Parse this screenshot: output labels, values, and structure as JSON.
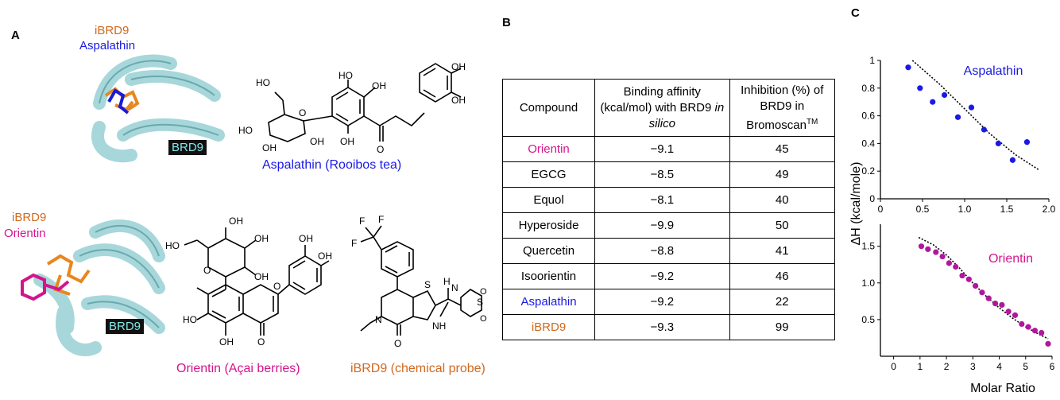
{
  "panels": {
    "a": "A",
    "b": "B",
    "c": "C"
  },
  "panel_a": {
    "top": {
      "probe_label": "iBRD9",
      "ligand_label": "Aspalathin",
      "protein_label": "BRD9",
      "caption": "Aspalathin (Rooibos tea)",
      "atoms": [
        "OH",
        "OH",
        "HO",
        "OH",
        "HO",
        "O",
        "OH",
        "HO",
        "OH",
        "OH",
        "O"
      ]
    },
    "bottom": {
      "probe_label": "iBRD9",
      "ligand_label": "Orientin",
      "protein_label": "BRD9",
      "caption_orientin": "Orientin (Açai berries)",
      "caption_ibrd9": "iBRD9 (chemical probe)",
      "atoms_orientin": [
        "OH",
        "HO",
        "OH",
        "OH",
        "OH",
        "OH",
        "O",
        "HO",
        "O",
        "OH",
        "O"
      ],
      "atoms_ibrd9": [
        "F",
        "F",
        "F",
        "S",
        "H",
        "N",
        "S",
        "O",
        "O",
        "N",
        "O",
        "NH"
      ]
    }
  },
  "table": {
    "headers": [
      "Compound",
      "Binding affinity (kcal/mol) with BRD9 in silico",
      "Inhibition (%) of BRD9 in Bromoscan™"
    ],
    "rows": [
      {
        "compound": "Orientin",
        "affinity": "−9.1",
        "inhibition": "45",
        "color": "#d4148c"
      },
      {
        "compound": "EGCG",
        "affinity": "−8.5",
        "inhibition": "49",
        "color": "#000000"
      },
      {
        "compound": "Equol",
        "affinity": "−8.1",
        "inhibition": "40",
        "color": "#000000"
      },
      {
        "compound": "Hyperoside",
        "affinity": "−9.9",
        "inhibition": "50",
        "color": "#000000"
      },
      {
        "compound": "Quercetin",
        "affinity": "−8.8",
        "inhibition": "41",
        "color": "#000000"
      },
      {
        "compound": "Isoorientin",
        "affinity": "−9.2",
        "inhibition": "46",
        "color": "#000000"
      },
      {
        "compound": "Aspalathin",
        "affinity": "−9.2",
        "inhibition": "22",
        "color": "#1a1ae6"
      },
      {
        "compound": "iBRD9",
        "affinity": "−9.3",
        "inhibition": "99",
        "color": "#d2691e"
      }
    ]
  },
  "chart_data": [
    {
      "type": "scatter",
      "title": "Aspalathin",
      "xlabel": "",
      "ylabel": "ΔH (kcal/mole)",
      "xlim": [
        0,
        2.0
      ],
      "ylim": [
        0,
        1
      ],
      "xticks": [
        "0",
        "0.5",
        "1.0",
        "1.5",
        "2.0"
      ],
      "yticks": [
        "0",
        "0.2",
        "0.4",
        "0.6",
        "0.8",
        "1"
      ],
      "color": "#1a1ae6",
      "points": [
        [
          0.33,
          0.95
        ],
        [
          0.47,
          0.8
        ],
        [
          0.62,
          0.7
        ],
        [
          0.76,
          0.75
        ],
        [
          0.92,
          0.59
        ],
        [
          1.08,
          0.66
        ],
        [
          1.23,
          0.5
        ],
        [
          1.4,
          0.4
        ],
        [
          1.57,
          0.28
        ],
        [
          1.74,
          0.41
        ]
      ],
      "fit": [
        [
          0.38,
          1.0
        ],
        [
          0.7,
          0.83
        ],
        [
          1.0,
          0.65
        ],
        [
          1.3,
          0.47
        ],
        [
          1.6,
          0.32
        ],
        [
          1.88,
          0.21
        ]
      ]
    },
    {
      "type": "scatter",
      "title": "Orientin",
      "xlabel": "Molar Ratio",
      "ylabel": "ΔH (kcal/mole)",
      "xlim": [
        -0.5,
        6
      ],
      "ylim": [
        0,
        1.8
      ],
      "xticks": [
        "0",
        "1",
        "2",
        "3",
        "4",
        "5",
        "6"
      ],
      "yticks": [
        "0.5",
        "1.0",
        "1.5"
      ],
      "color": "#b0179b",
      "points": [
        [
          1.05,
          1.5
        ],
        [
          1.3,
          1.46
        ],
        [
          1.6,
          1.42
        ],
        [
          1.85,
          1.36
        ],
        [
          2.1,
          1.27
        ],
        [
          2.35,
          1.22
        ],
        [
          2.6,
          1.1
        ],
        [
          2.85,
          1.05
        ],
        [
          3.1,
          0.96
        ],
        [
          3.35,
          0.87
        ],
        [
          3.6,
          0.79
        ],
        [
          3.85,
          0.72
        ],
        [
          4.1,
          0.7
        ],
        [
          4.35,
          0.61
        ],
        [
          4.6,
          0.56
        ],
        [
          4.85,
          0.44
        ],
        [
          5.1,
          0.4
        ],
        [
          5.35,
          0.35
        ],
        [
          5.6,
          0.32
        ],
        [
          5.85,
          0.17
        ]
      ],
      "fit": [
        [
          0.95,
          1.62
        ],
        [
          1.5,
          1.52
        ],
        [
          2.0,
          1.38
        ],
        [
          2.5,
          1.2
        ],
        [
          3.0,
          1.0
        ],
        [
          3.5,
          0.82
        ],
        [
          4.0,
          0.66
        ],
        [
          4.5,
          0.52
        ],
        [
          5.0,
          0.4
        ],
        [
          5.5,
          0.3
        ],
        [
          5.85,
          0.24
        ]
      ]
    }
  ]
}
